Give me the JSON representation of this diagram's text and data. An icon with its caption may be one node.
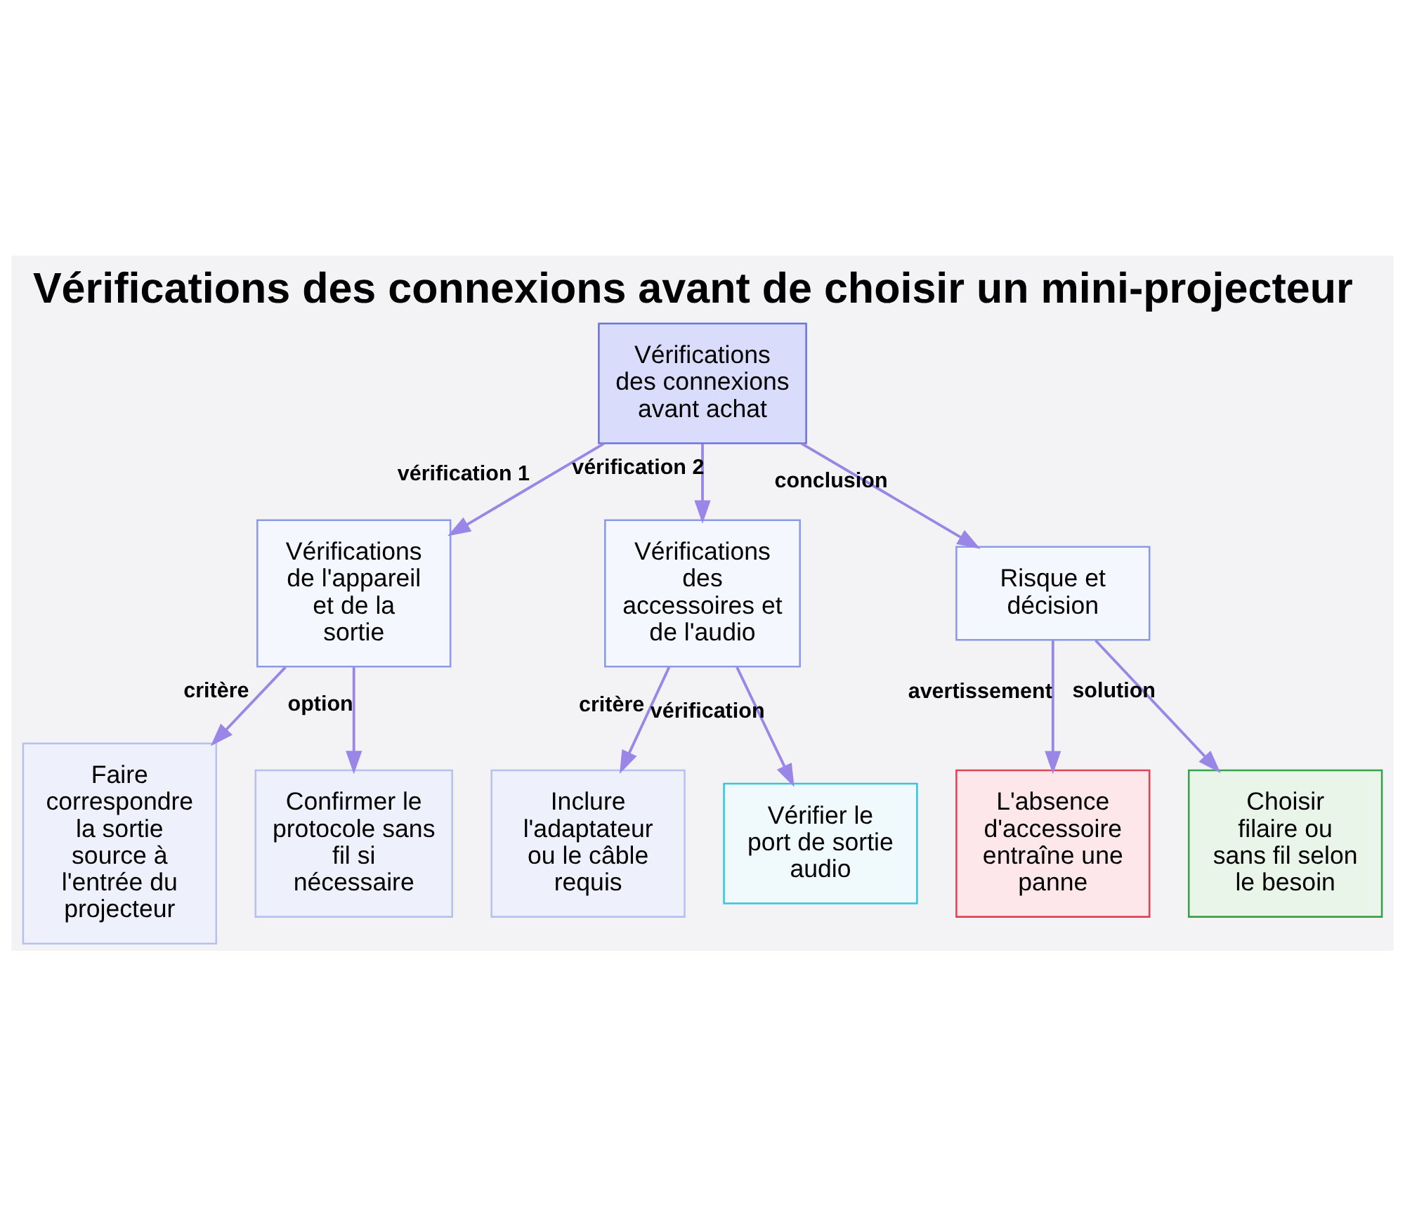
{
  "diagram": {
    "title": "Vérifications des connexions avant de choisir un mini-projecteur",
    "nodes": [
      {
        "text": [
          "Vérifications des connexions avant achat"
        ]
      },
      {
        "text": [
          "Vérifications de l'appareil et de la sortie"
        ]
      },
      {
        "text": [
          "Vérifications des accessoires et de l'audio"
        ]
      },
      {
        "text": [
          "Risque et décision"
        ]
      },
      {
        "text": [
          "Faire correspondre la sortie source à l'entrée du projecteur"
        ]
      },
      {
        "text": [
          "Confirmer le protocole sans fil si nécessaire"
        ]
      },
      {
        "text": [
          "Inclure l'adaptateur ou le câble requis"
        ]
      },
      {
        "text": [
          "Vérifier le port de sortie audio"
        ]
      },
      {
        "text": [
          "L'absence d'accessoire entraîne une panne"
        ]
      },
      {
        "text": [
          "Choisir filaire ou sans fil selon le besoin"
        ]
      }
    ],
    "edges": [
      {
        "from": 0,
        "to": 1,
        "arrow": "to",
        "label": "vérification 1"
      },
      {
        "from": 0,
        "to": 2,
        "arrow": "to",
        "label": "vérification 2"
      },
      {
        "from": 0,
        "to": 3,
        "arrow": "to",
        "label": "conclusion"
      },
      {
        "from": 1,
        "to": 4,
        "arrow": "to",
        "label": "critère"
      },
      {
        "from": 1,
        "to": 5,
        "arrow": "to",
        "label": "option"
      },
      {
        "from": 2,
        "to": 6,
        "arrow": "to",
        "label": "critère"
      },
      {
        "from": 2,
        "to": 7,
        "arrow": "to",
        "label": "vérification"
      },
      {
        "from": 3,
        "to": 8,
        "arrow": "to",
        "label": "avertissement"
      },
      {
        "from": 3,
        "to": 9,
        "arrow": "to",
        "label": "solution"
      }
    ]
  }
}
